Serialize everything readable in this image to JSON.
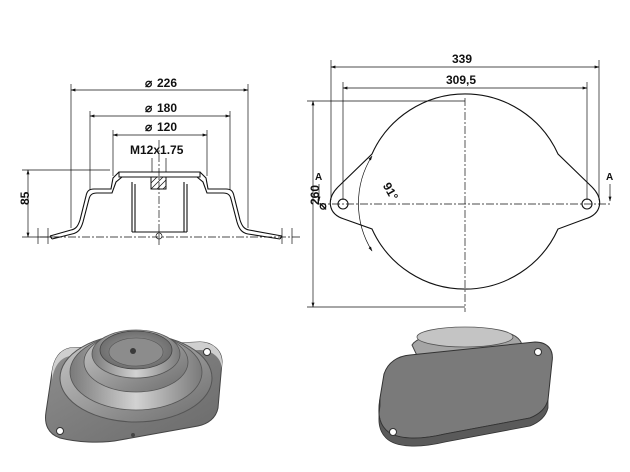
{
  "front_view": {
    "dim_outer_diameter": "226",
    "dim_flange_diameter": "180",
    "dim_inner_diameter": "120",
    "dim_thread": "M12x1.75",
    "dim_height": "85"
  },
  "top_view": {
    "dim_overall_length": "339",
    "dim_hole_spacing": "309,5",
    "dim_body_diameter": "260",
    "dim_angle": "91°",
    "section_marker_left": "A",
    "section_marker_right": "A"
  },
  "symbols": {
    "diameter": "⌀"
  },
  "colors": {
    "line": "#111111",
    "render_body": "#8a8a8a",
    "render_light": "#b8b8b8",
    "render_dark": "#5a5a5a"
  }
}
